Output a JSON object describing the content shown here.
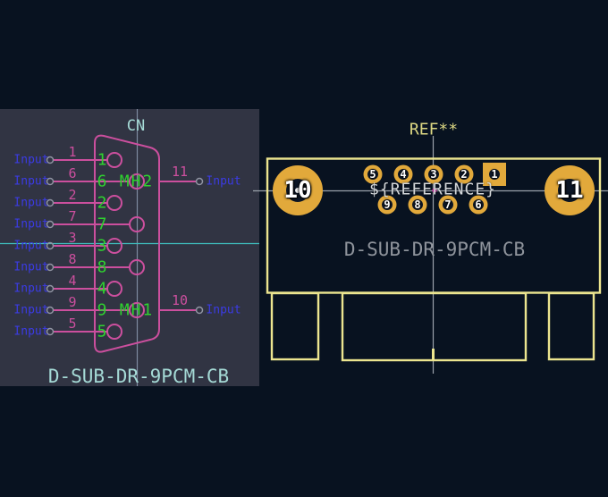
{
  "colors": {
    "background": "#081220",
    "schematic_panel_bg": "#313443",
    "symbol_magenta": "#cc4f9e",
    "pin_green": "#2fd22f",
    "label_blue": "#3b3be4",
    "designator_cyan": "#a5dad6",
    "axis_teal": "#3fbfbf",
    "crosshair_gray": "#9ba2ab",
    "pad_yellow": "#e2a93b",
    "outline_yellow": "#ece58f",
    "ref_yellow": "#ddd883"
  },
  "schematic": {
    "designator": "CN",
    "value": "D-SUB-DR-9PCM-CB",
    "rows": [
      {
        "label": "Input",
        "num": "1",
        "inner": "1"
      },
      {
        "label": "Input",
        "num": "6",
        "inner": "6"
      },
      {
        "label": "Input",
        "num": "2",
        "inner": "2"
      },
      {
        "label": "Input",
        "num": "7",
        "inner": "7"
      },
      {
        "label": "Input",
        "num": "3",
        "inner": "3"
      },
      {
        "label": "Input",
        "num": "8",
        "inner": "8"
      },
      {
        "label": "Input",
        "num": "4",
        "inner": "4"
      },
      {
        "label": "Input",
        "num": "9",
        "inner": "9"
      },
      {
        "label": "Input",
        "num": "5",
        "inner": "5"
      }
    ],
    "mh_top": "MH2",
    "mh_bottom": "MH1",
    "right_rows": [
      {
        "label": "Input",
        "num": "11"
      },
      {
        "label": "Input",
        "num": "10"
      }
    ]
  },
  "footprint": {
    "reference": "REF**",
    "reference_field": "${REFERENCE}",
    "value": "D-SUB-DR-9PCM-CB",
    "pads_top": [
      "5",
      "4",
      "3",
      "2",
      "1"
    ],
    "pads_bottom": [
      "9",
      "8",
      "7",
      "6"
    ],
    "pad_big_left": "10",
    "pad_big_right": "11"
  }
}
